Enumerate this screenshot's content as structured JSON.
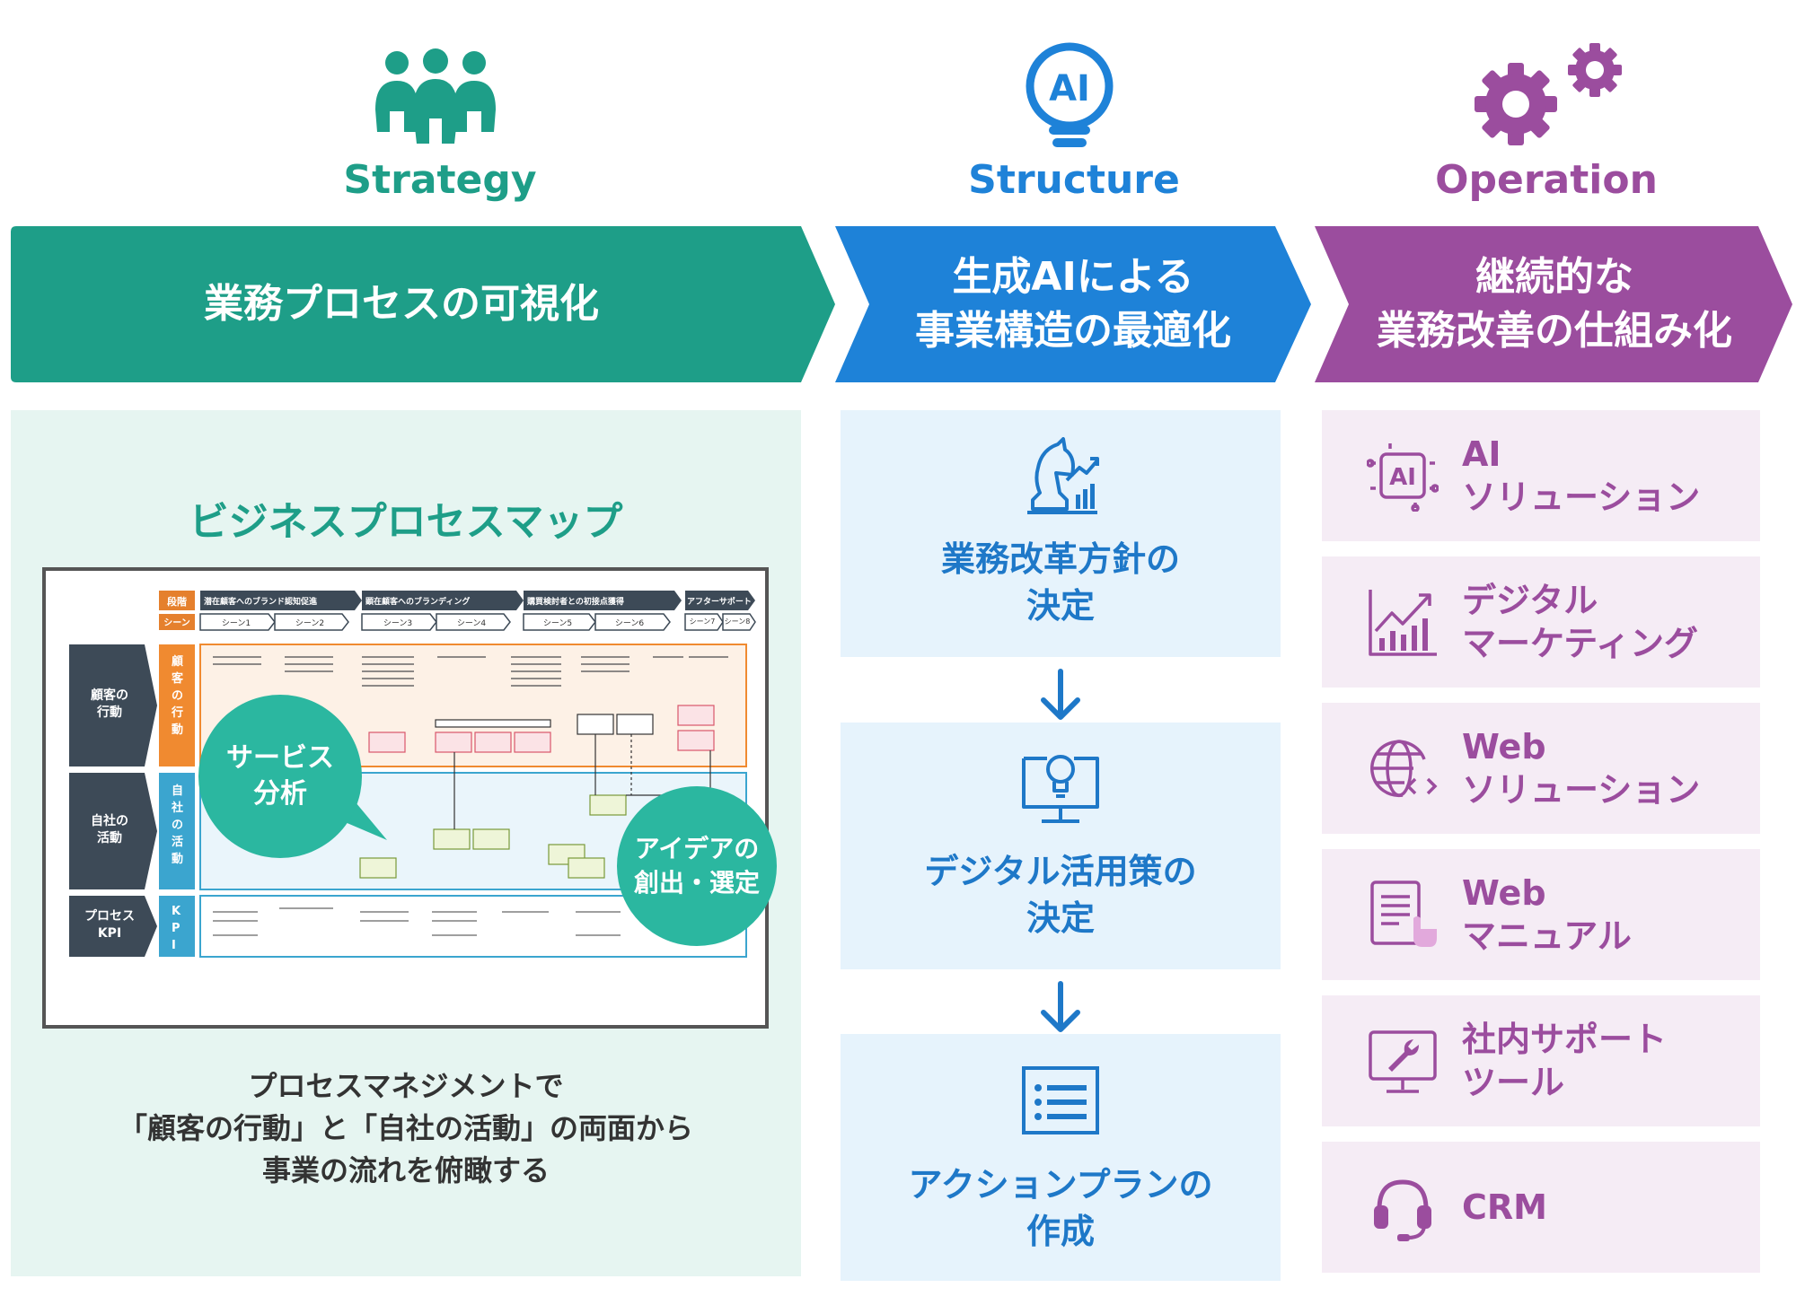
{
  "columns": [
    {
      "title": "Strategy",
      "banner_lines": [
        "業務プロセスの可視化"
      ],
      "color": "#1e9e88"
    },
    {
      "title": "Structure",
      "banner_lines": [
        "生成AIによる",
        "事業構造の最適化"
      ],
      "color": "#1e82d8"
    },
    {
      "title": "Operation",
      "banner_lines": [
        "継続的な",
        "業務改善の仕組み化"
      ],
      "color": "#9b4d9e"
    }
  ],
  "strategy": {
    "map_title": "ビジネスプロセスマップ",
    "map": {
      "stage_label": "段階",
      "scene_label": "シーン",
      "stages": [
        "潜在顧客へのブランド認知促進",
        "顕在顧客へのブランディング",
        "購買検討者との初接点獲得",
        "アフターサポート"
      ],
      "scenes": [
        "シーン1",
        "シーン2",
        "シーン3",
        "シーン4",
        "シーン5",
        "シーン6",
        "シーン7",
        "シーン8"
      ],
      "rows": [
        {
          "side": "顧客の\n行動",
          "tag": "顧客の行動"
        },
        {
          "side": "自社の\n活動",
          "tag": "自社の活動"
        },
        {
          "side": "プロセス\nKPI",
          "tag": "KPI"
        }
      ],
      "bubble_1": [
        "サービス",
        "分析"
      ],
      "bubble_2": [
        "アイデアの",
        "創出・選定"
      ]
    },
    "caption_lines": [
      "プロセスマネジメントで",
      "「顧客の行動」と「自社の活動」の両面から",
      "事業の流れを俯瞰する"
    ]
  },
  "structure": {
    "steps": [
      {
        "lines": [
          "業務改革方針の",
          "決定"
        ],
        "icon": "chess-knight-chart-icon"
      },
      {
        "lines": [
          "デジタル活用策の",
          "決定"
        ],
        "icon": "monitor-bulb-icon"
      },
      {
        "lines": [
          "アクションプランの",
          "作成"
        ],
        "icon": "document-list-icon"
      }
    ]
  },
  "operation": {
    "items": [
      {
        "lines": [
          "AI",
          "ソリューション"
        ],
        "icon": "ai-chip-icon"
      },
      {
        "lines": [
          "デジタル",
          "マーケティング"
        ],
        "icon": "growth-chart-icon"
      },
      {
        "lines": [
          "Web",
          "ソリューション"
        ],
        "icon": "globe-code-icon"
      },
      {
        "lines": [
          "Web",
          "マニュアル"
        ],
        "icon": "document-pointer-icon"
      },
      {
        "lines": [
          "社内サポート",
          "ツール"
        ],
        "icon": "monitor-wrench-icon"
      },
      {
        "lines": [
          "CRM"
        ],
        "icon": "headset-icon"
      }
    ]
  }
}
